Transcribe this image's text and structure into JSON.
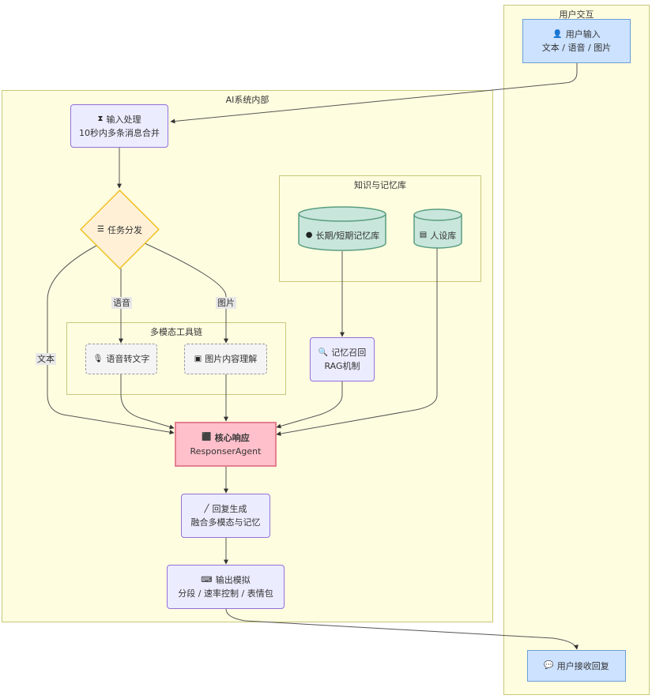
{
  "clusters": {
    "user_interaction": "用户交互",
    "ai_system": "AI系统内部",
    "knowledge": "知识与记忆库",
    "multimodal": "多模态工具链"
  },
  "nodes": {
    "user_input": {
      "icon": "user-icon",
      "title": "用户输入",
      "subtitle": "文本 / 语音 / 图片"
    },
    "input_processing": {
      "icon": "hourglass-icon",
      "title": "输入处理",
      "subtitle": "10秒内多条消息合并"
    },
    "dispatch": {
      "icon": "sitemap-icon",
      "title": "任务分发"
    },
    "memory_db": {
      "icon": "brain-icon",
      "title": "长期/短期记忆库"
    },
    "persona_db": {
      "icon": "id-card-icon",
      "title": "人设库"
    },
    "speech_to_text": {
      "icon": "microphone-icon",
      "title": "语音转文字"
    },
    "image_understanding": {
      "icon": "image-icon",
      "title": "图片内容理解"
    },
    "memory_recall": {
      "icon": "search-icon",
      "title": "记忆召回",
      "subtitle": "RAG机制"
    },
    "core_response": {
      "icon": "robot-icon",
      "title": "核心响应",
      "subtitle": "ResponserAgent"
    },
    "reply_generation": {
      "icon": "brush-icon",
      "title": "回复生成",
      "subtitle": "融合多模态与记忆"
    },
    "output_simulation": {
      "icon": "keyboard-icon",
      "title": "输出模拟",
      "subtitle": "分段 / 速率控制 / 表情包"
    },
    "user_receive": {
      "icon": "comment-icon",
      "title": "用户接收回复"
    }
  },
  "edge_labels": {
    "text": "文本",
    "voice": "语音",
    "image": "图片"
  },
  "colors": {
    "cluster_fill": "#fffde0",
    "process_fill": "#ececff",
    "process_border": "#9370db",
    "user_fill": "#cce2ff",
    "core_fill": "#ffc0cb",
    "db_fill": "#c8e6dc",
    "dispatch_fill": "#fff0d6",
    "dispatch_border": "#f0c020"
  }
}
